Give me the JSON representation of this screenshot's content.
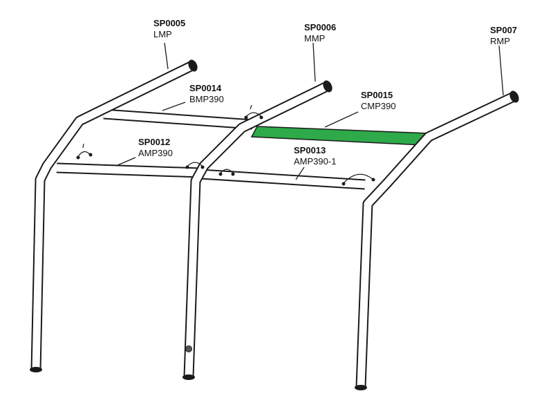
{
  "diagram": {
    "highlight_color": "#2eaa4a",
    "parts": [
      {
        "key": "left_main",
        "code": "SP0005",
        "name": "LMP"
      },
      {
        "key": "middle_main",
        "code": "SP0006",
        "name": "MMP"
      },
      {
        "key": "right_main",
        "code": "SP007",
        "name": "RMP"
      },
      {
        "key": "back_bar",
        "code": "SP0014",
        "name": "BMP390"
      },
      {
        "key": "center_bar",
        "code": "SP0015",
        "name": "CMP390",
        "highlighted": true
      },
      {
        "key": "front_left_bar",
        "code": "SP0012",
        "name": "AMP390"
      },
      {
        "key": "front_right_bar",
        "code": "SP0013",
        "name": "AMP390-1"
      }
    ]
  }
}
